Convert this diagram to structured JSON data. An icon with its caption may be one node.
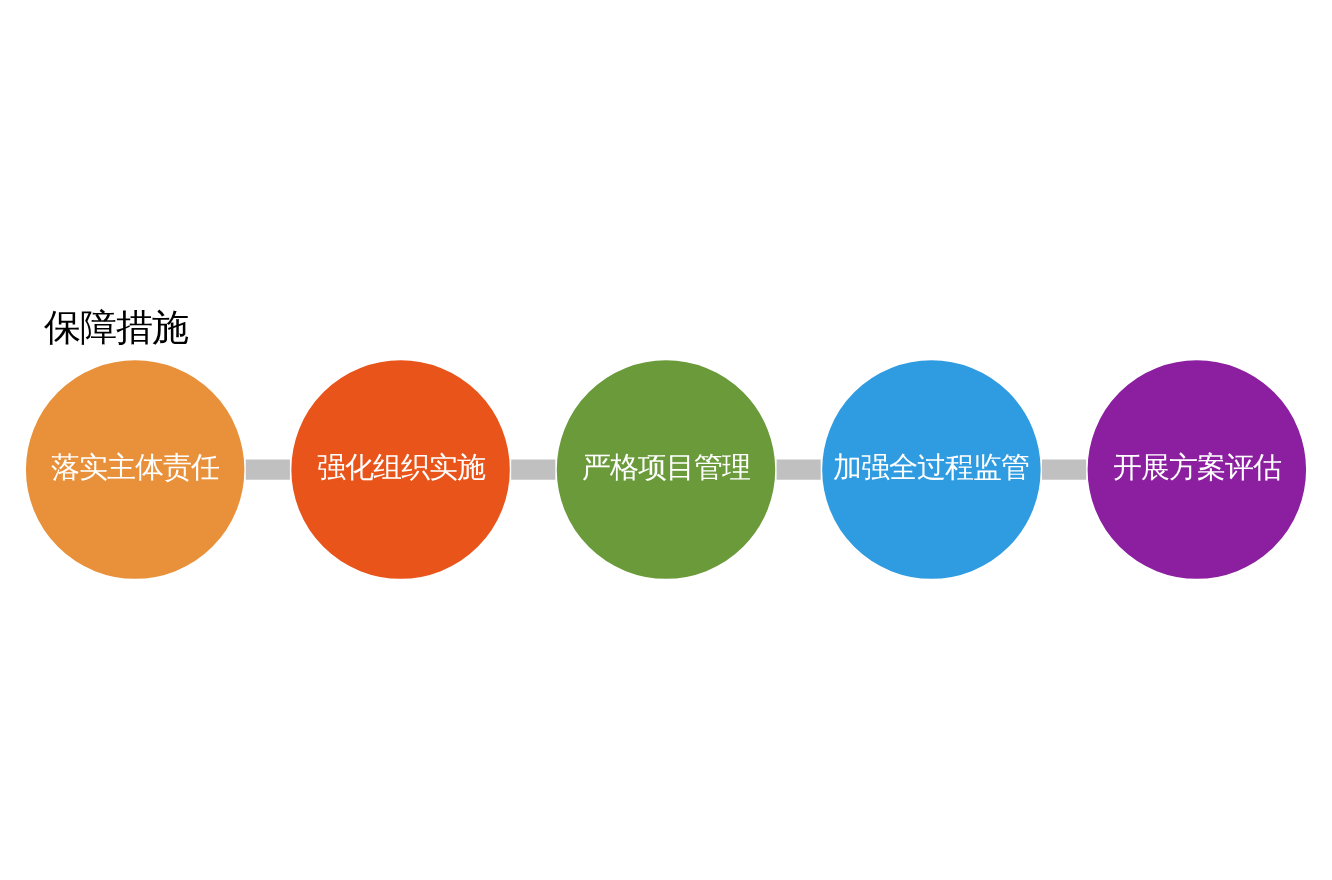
{
  "diagram": {
    "title": "保障措施",
    "nodes": [
      {
        "text": [
          "落实主体责任"
        ]
      },
      {
        "text": [
          "强化组织实施"
        ]
      },
      {
        "text": [
          "严格项目管理"
        ]
      },
      {
        "text": [
          "加强全过程监管"
        ]
      },
      {
        "text": [
          "开展方案评估"
        ]
      }
    ],
    "edges": [
      {
        "from": 0,
        "to": 1,
        "arrow": "none"
      },
      {
        "from": 1,
        "to": 2,
        "arrow": "none"
      },
      {
        "from": 2,
        "to": 3,
        "arrow": "none"
      },
      {
        "from": 3,
        "to": 4,
        "arrow": "none"
      }
    ]
  }
}
